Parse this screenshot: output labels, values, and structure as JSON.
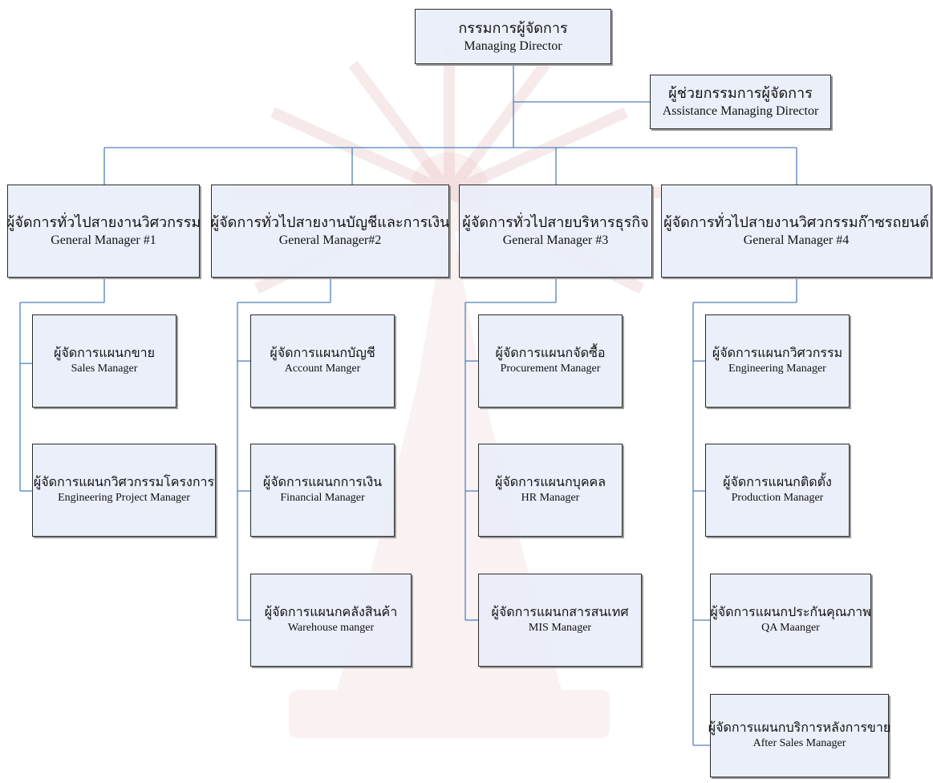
{
  "chart": {
    "md": {
      "th": "กรรมการผู้จัดการ",
      "en": "Managing Director"
    },
    "amd": {
      "th": "ผู้ช่วยกรรมการผู้จัดการ",
      "en": "Assistance Managing Director"
    },
    "gm1": {
      "th": "ผู้จัดการทั่วไปสายงานวิศวกรรม",
      "en": "General Manager #1"
    },
    "gm2": {
      "th": "ผู้จัดการทั่วไปสายงานบัญชีและการเงิน",
      "en": "General Manager#2"
    },
    "gm3": {
      "th": "ผู้จัดการทั่วไปสายบริหารธุรกิจ",
      "en": "General Manager #3"
    },
    "gm4": {
      "th": "ผู้จัดการทั่วไปสายงานวิศวกรรมก๊าซรถยนต์",
      "en": "General Manager #4"
    },
    "sales": {
      "th": "ผู้จัดการแผนกขาย",
      "en": "Sales Manager"
    },
    "eng_project": {
      "th": "ผู้จัดการแผนกวิศวกรรมโครงการ",
      "en": "Engineering Project Manager"
    },
    "account": {
      "th": "ผู้จัดการแผนกบัญชี",
      "en": "Account Manger"
    },
    "financial": {
      "th": "ผู้จัดการแผนกการเงิน",
      "en": "Financial Manager"
    },
    "warehouse": {
      "th": "ผู้จัดการแผนกคลังสินค้า",
      "en": "Warehouse manger"
    },
    "procurement": {
      "th": "ผู้จัดการแผนกจัดซื้อ",
      "en": "Procurement Manager"
    },
    "hr": {
      "th": "ผู้จัดการแผนกบุคคล",
      "en": "HR Manager"
    },
    "mis": {
      "th": "ผู้จัดการแผนกสารสนเทศ",
      "en": "MIS Manager"
    },
    "engineering": {
      "th": "ผู้จัดการแผนกวิศวกรรม",
      "en": "Engineering Manager"
    },
    "production": {
      "th": "ผู้จัดการแผนกติดตั้ง",
      "en": "Production Manager"
    },
    "qa": {
      "th": "ผู้จัดการแผนกประกันคุณภาพ",
      "en": "QA Maanger"
    },
    "after_sales": {
      "th": "ผู้จัดการแผนกบริการหลังการขาย",
      "en": "After Sales Manager"
    }
  },
  "colors": {
    "line": "#4f81bd",
    "box_fill": "#e9eef8",
    "box_border": "#2b2b2b",
    "watermark": "#f2c9c9"
  }
}
